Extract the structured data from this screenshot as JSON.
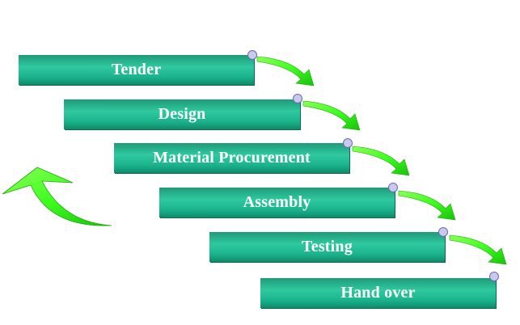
{
  "steps": [
    {
      "label": "Tender"
    },
    {
      "label": "Design"
    },
    {
      "label": "Material Procurement"
    },
    {
      "label": "Assembly"
    },
    {
      "label": "Testing"
    },
    {
      "label": "Hand over"
    }
  ],
  "colors": {
    "box_top": "#1f9a78",
    "box_mid": "#2fc9a0",
    "box_bottom": "#0f8a69",
    "arrow": "#3fff1f",
    "arrow_edge": "#1fa80a",
    "dot_fill": "#c9c9ee",
    "dot_edge": "#6a6ab0"
  },
  "icons": {
    "step_arrow": "curved-down-arrow-icon",
    "return_arrow": "curved-up-arrow-icon"
  }
}
